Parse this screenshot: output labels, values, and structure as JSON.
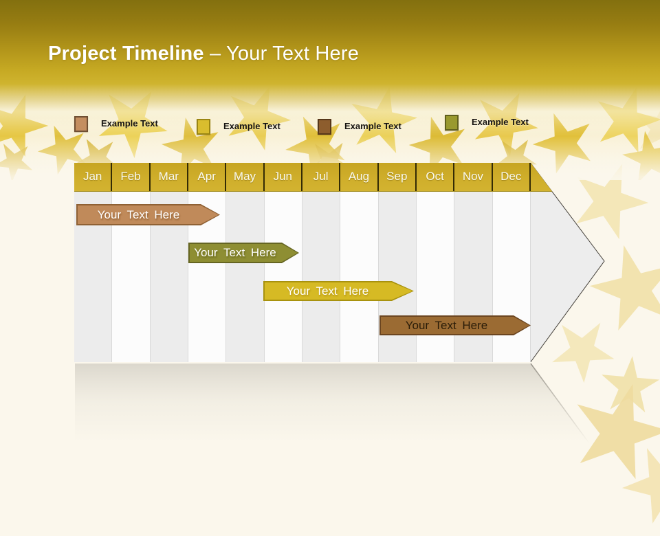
{
  "slide": {
    "title_bold": "Project Timeline",
    "title_rest": "– Your Text Here"
  },
  "legend": {
    "items": [
      {
        "label": "Example Text",
        "color": "#c48e60",
        "border": "#6f4f33"
      },
      {
        "label": "Example Text",
        "color": "#d9bd2e",
        "border": "#9a8512"
      },
      {
        "label": "Example Text",
        "color": "#8d5d2d",
        "border": "#56371a"
      },
      {
        "label": "Example Text",
        "color": "#99992f",
        "border": "#5f5f1d"
      }
    ]
  },
  "timeline": {
    "months": [
      "Jan",
      "Feb",
      "Mar",
      "Apr",
      "May",
      "Jun",
      "Jul",
      "Aug",
      "Sep",
      "Oct",
      "Nov",
      "Dec"
    ],
    "bars": [
      {
        "label": "Your Text Here",
        "fill": "#c08a5a",
        "border": "#8f6134",
        "text": "#ffffff",
        "start": "Jan",
        "end": "Mar"
      },
      {
        "label": "Your Text Here",
        "fill": "#8e8e33",
        "border": "#656522",
        "text": "#ffffff",
        "start": "Apr",
        "end": "Jun"
      },
      {
        "label": "Your Text Here",
        "fill": "#d6ba24",
        "border": "#a8920e",
        "text": "#ffffff",
        "start": "Jun",
        "end": "Sep"
      },
      {
        "label": "Your Text Here",
        "fill": "#9b6b33",
        "border": "#6b4520",
        "text": "#2a1c08",
        "start": "Oct",
        "end": "Dec"
      }
    ],
    "header_color": "#cfae2b",
    "body_color": "#ededed"
  },
  "colors": {
    "banner_top": "#83700f",
    "banner_gold": "#c6a923",
    "background_cream": "#fbf7ec",
    "star_gold": "#e5c43c",
    "star_pale": "#f2e2ab"
  }
}
